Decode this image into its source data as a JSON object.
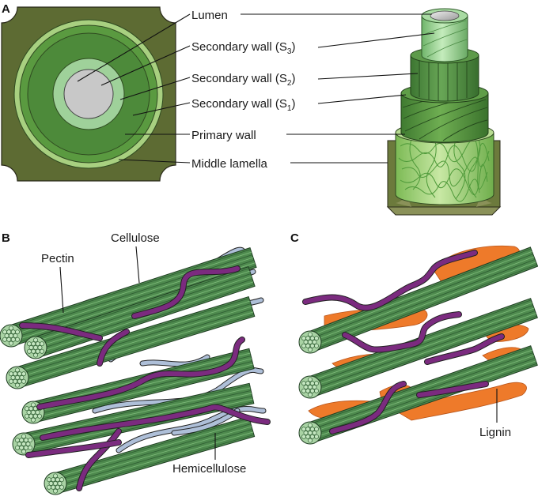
{
  "panels": {
    "a": "A",
    "b": "B",
    "c": "C"
  },
  "panel_a": {
    "labels": {
      "lumen": "Lumen",
      "s3_main": "Secondary wall (S",
      "s3_sub": "3",
      "s2_main": "Secondary wall (S",
      "s2_sub": "2",
      "s1_main": "Secondary wall (S",
      "s1_sub": "1",
      "close": ")",
      "primary": "Primary wall",
      "middle": "Middle lamella"
    }
  },
  "panel_b": {
    "labels": {
      "cellulose": "Cellulose",
      "pectin": "Pectin",
      "hemicellulose": "Hemicellulose"
    }
  },
  "panel_c": {
    "labels": {
      "lignin": "Lignin"
    }
  },
  "colors": {
    "middle_lamella": "#5d6b33",
    "primary_wall": "#a8d080",
    "secondary_s1": "#5a9a40",
    "secondary_s2": "#4d8a3a",
    "secondary_s3": "#9fd19a",
    "lumen": "#c8c8c8",
    "cellulose": "#4e8a4e",
    "pectin": "#7b2b7f",
    "hemicellulose": "#aebfd8",
    "lignin": "#ee7a2a"
  }
}
